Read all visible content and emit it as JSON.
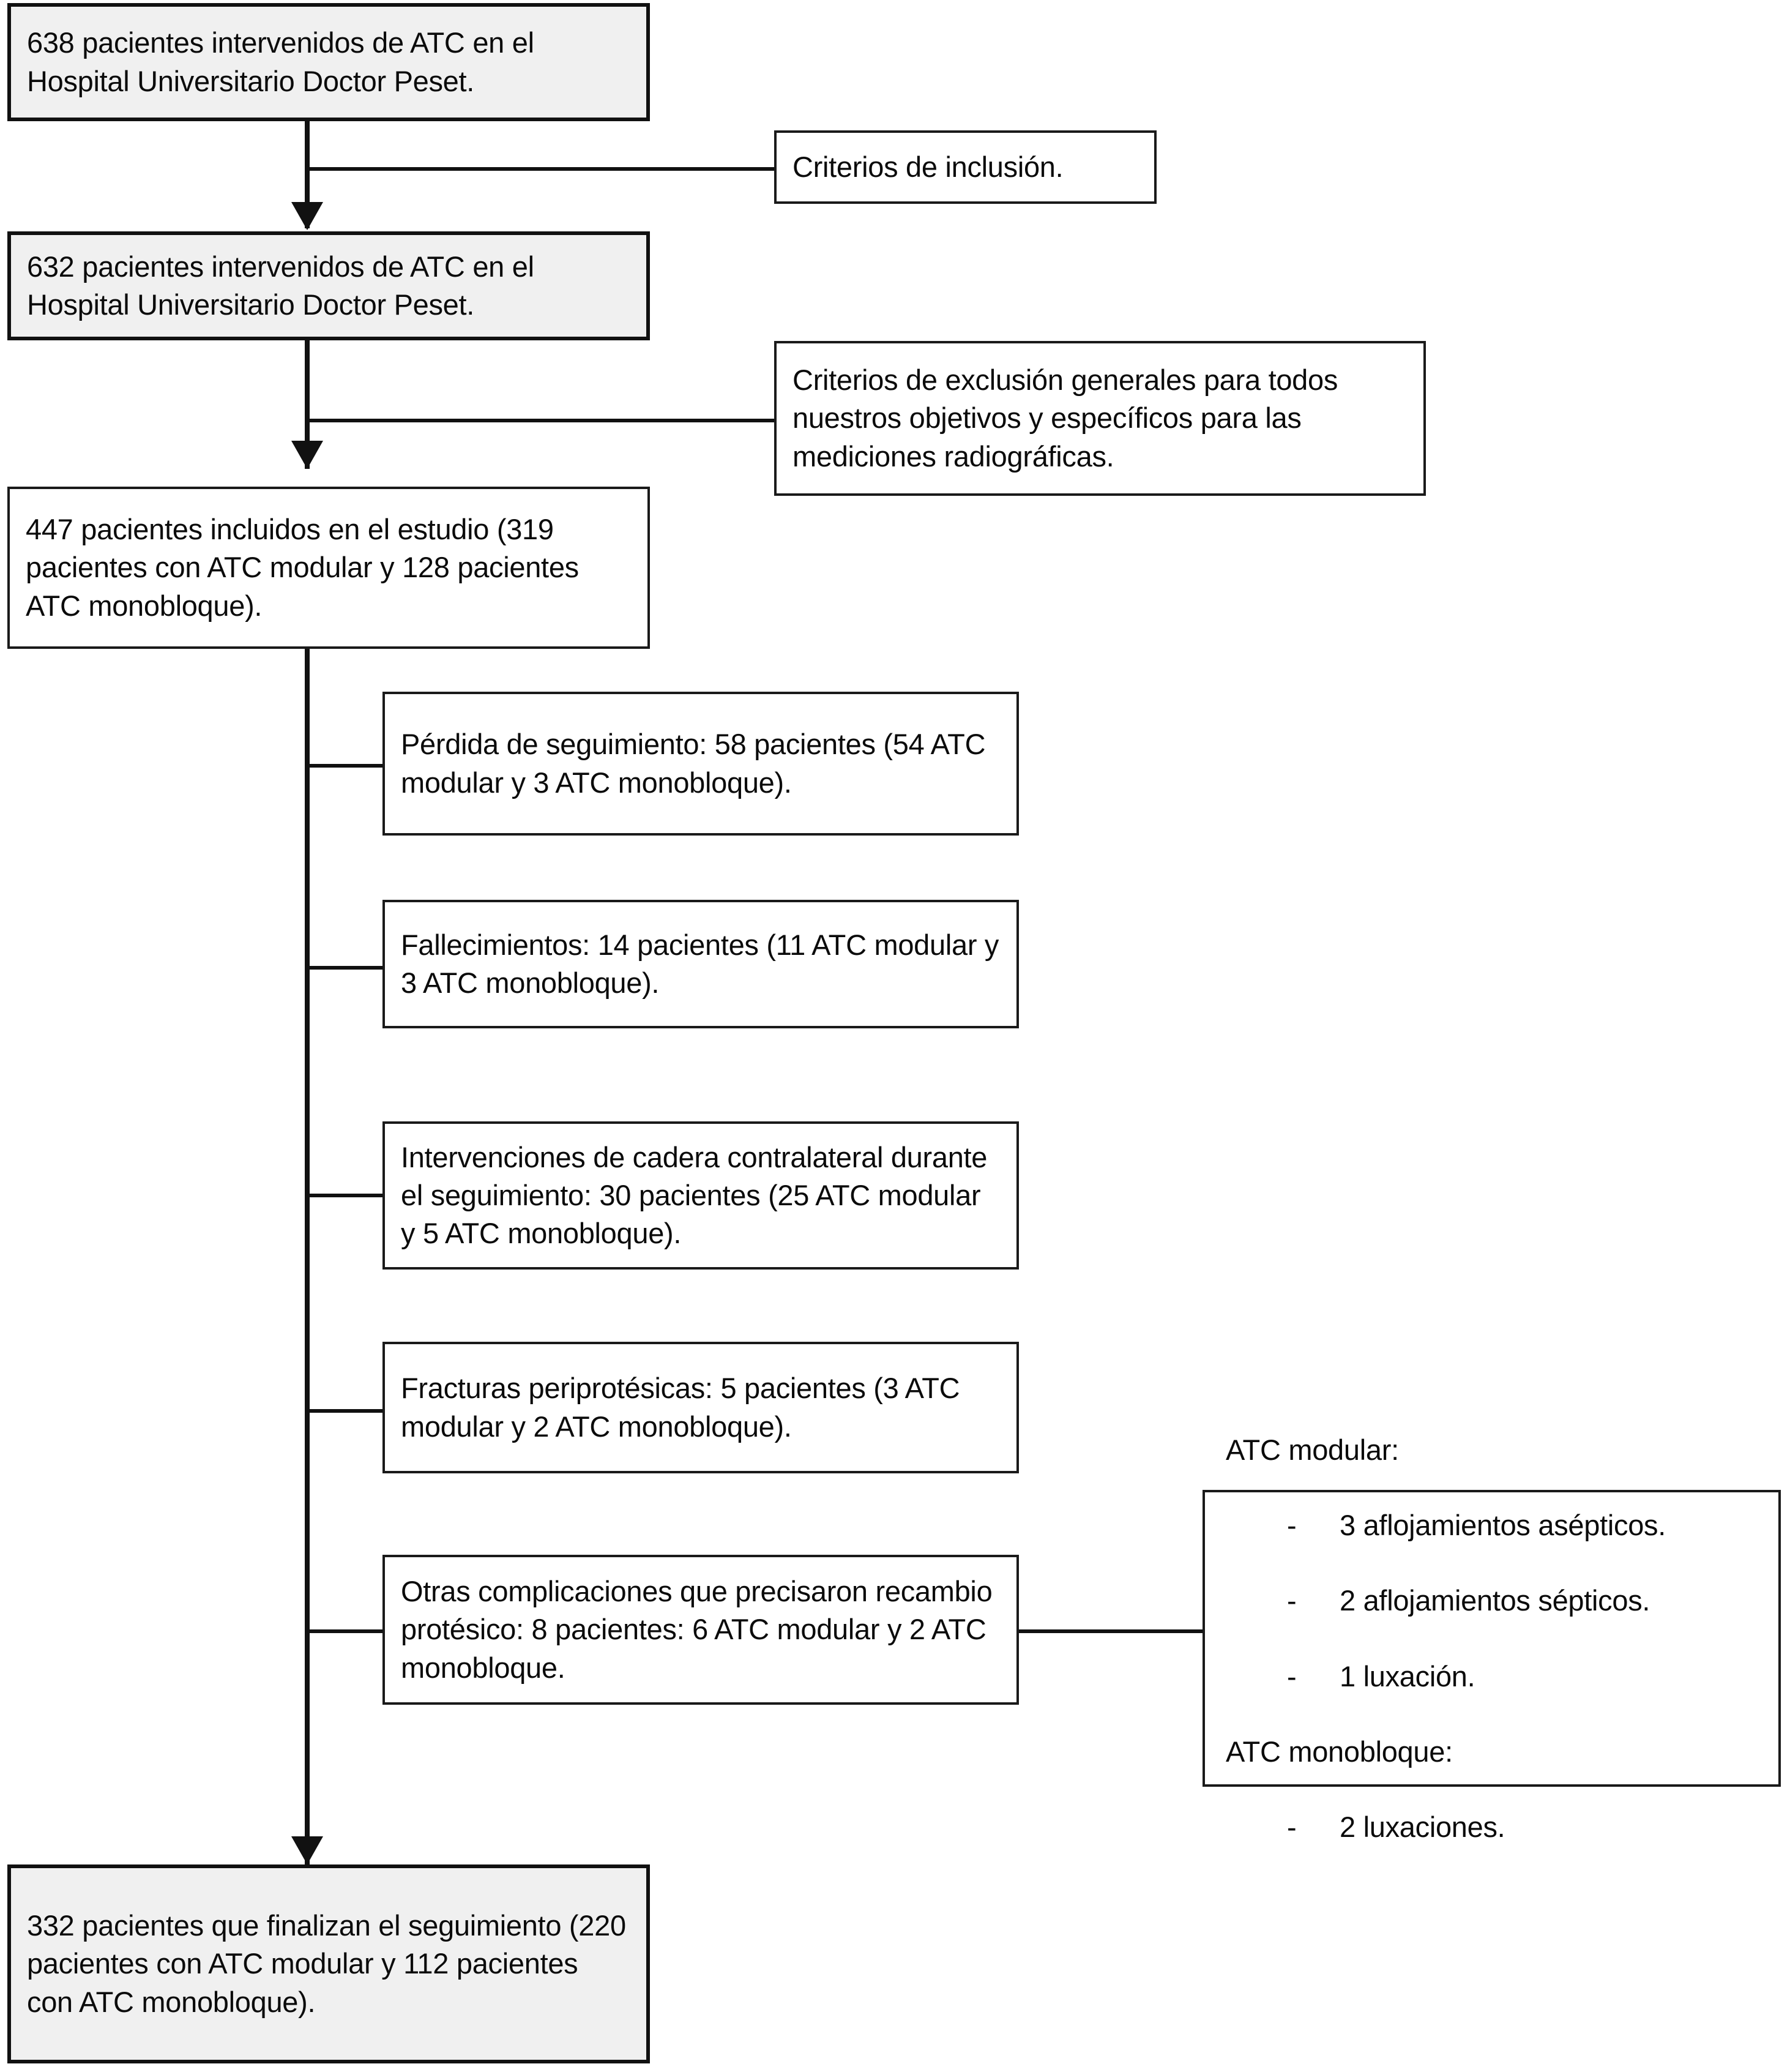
{
  "diagram": {
    "title": "Diagrama de flujo de pacientes intervenidos de ATC",
    "type": "flowchart",
    "colors": {
      "stroke": "#111111",
      "shaded_fill": "#f0f0f0",
      "plain_fill": "#ffffff",
      "text": "#0b0b0b"
    },
    "nodes": {
      "screened": {
        "id": "screened",
        "style": "shaded",
        "text": "638 pacientes intervenidos de ATC en el Hospital Universitario Doctor Peset."
      },
      "inclusion_criteria": {
        "id": "inclusion-criteria",
        "style": "plain",
        "text": "Criterios de inclusión."
      },
      "eligible": {
        "id": "eligible",
        "style": "shaded",
        "text": "632 pacientes intervenidos de ATC en el Hospital Universitario Doctor Peset."
      },
      "exclusion_criteria": {
        "id": "exclusion-criteria",
        "style": "plain",
        "text": "Criterios de exclusión generales para todos nuestros objetivos y específicos para las mediciones radiográficas."
      },
      "included": {
        "id": "included",
        "style": "plain",
        "text": "447 pacientes incluidos en el estudio (319 pacientes con ATC modular y 128 pacientes ATC monobloque)."
      },
      "lost_followup": {
        "id": "lost-followup",
        "style": "plain",
        "text": "Pérdida de seguimiento: 58 pacientes (54 ATC modular y 3 ATC monobloque)."
      },
      "deaths": {
        "id": "deaths",
        "style": "plain",
        "text": "Fallecimientos: 14 pacientes (11 ATC modular y 3 ATC monobloque)."
      },
      "contralateral": {
        "id": "contralateral-surgery",
        "style": "plain",
        "text": "Intervenciones de cadera contralateral durante el seguimiento: 30 pacientes (25 ATC modular y 5 ATC monobloque)."
      },
      "periprosthetic": {
        "id": "periprosthetic-fractures",
        "style": "plain",
        "text": "Fracturas periprotésicas: 5 pacientes (3 ATC modular y 2 ATC monobloque)."
      },
      "other_complications": {
        "id": "other-complications",
        "style": "plain",
        "text": "Otras complicaciones que precisaron recambio protésico: 8 pacientes: 6 ATC modular y 2 ATC monobloque."
      },
      "complication_detail": {
        "id": "complication-detail",
        "style": "plain",
        "lines": [
          {
            "type": "heading",
            "text": "ATC modular:"
          },
          {
            "type": "bullet",
            "dash": "-",
            "text": "3 aflojamientos asépticos."
          },
          {
            "type": "bullet",
            "dash": "-",
            "text": "2 aflojamientos sépticos."
          },
          {
            "type": "bullet",
            "dash": "-",
            "text": "1 luxación."
          },
          {
            "type": "heading",
            "text": "ATC monobloque:"
          },
          {
            "type": "bullet",
            "dash": "-",
            "text": "2 luxaciones."
          }
        ]
      },
      "completed": {
        "id": "completed-followup",
        "style": "shaded",
        "text": "332 pacientes que finalizan el seguimiento (220 pacientes con ATC modular y 112 pacientes con ATC monobloque)."
      }
    },
    "flow_counts": {
      "screened": 638,
      "eligible": 632,
      "included": 447,
      "included_modular": 319,
      "included_monoblock": 128,
      "lost_followup": 58,
      "lost_followup_modular": 54,
      "lost_followup_monoblock": 3,
      "deaths": 14,
      "deaths_modular": 11,
      "deaths_monoblock": 3,
      "contralateral": 30,
      "contralateral_modular": 25,
      "contralateral_monoblock": 5,
      "periprosthetic": 5,
      "periprosthetic_modular": 3,
      "periprosthetic_monoblock": 2,
      "other_complications": 8,
      "other_complications_modular": 6,
      "other_complications_monoblock": 2,
      "completed": 332,
      "completed_modular": 220,
      "completed_monoblock": 112
    }
  }
}
